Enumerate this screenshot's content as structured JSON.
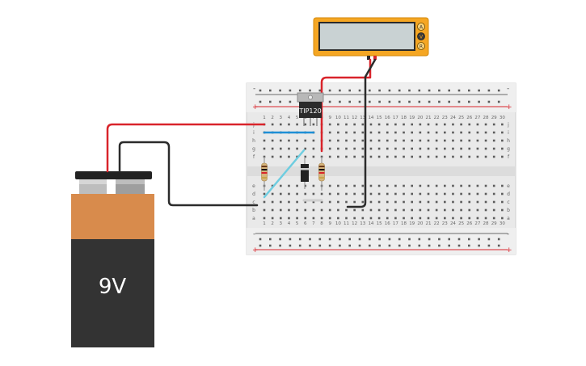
{
  "battery": {
    "label": "9V"
  },
  "transistor": {
    "label": "TIP120"
  },
  "multimeter": {
    "display_value": "",
    "modes": [
      "A",
      "V",
      "R"
    ],
    "selected_mode": "V"
  },
  "breadboard": {
    "top_rail_labels": [
      "-",
      "+"
    ],
    "bottom_rail_labels": [
      "-",
      "+"
    ],
    "top_row_letters": [
      "j",
      "i",
      "h",
      "g",
      "f"
    ],
    "bottom_row_letters": [
      "e",
      "d",
      "c",
      "b",
      "a"
    ],
    "column_numbers": [
      "1",
      "2",
      "3",
      "4",
      "5",
      "6",
      "7",
      "8",
      "9",
      "10",
      "11",
      "12",
      "13",
      "14",
      "15",
      "16",
      "17",
      "18",
      "19",
      "20",
      "21",
      "22",
      "23",
      "24",
      "25",
      "26",
      "27",
      "28",
      "29",
      "30"
    ]
  },
  "colors": {
    "wire_red": "#d9242b",
    "wire_black": "#2b2b2b",
    "wire_blue": "#1e8fd6",
    "wire_cyan": "#6ecde0",
    "multimeter_body": "#f5a623",
    "battery_top": "#d88b4c",
    "battery_bottom": "#333333"
  }
}
